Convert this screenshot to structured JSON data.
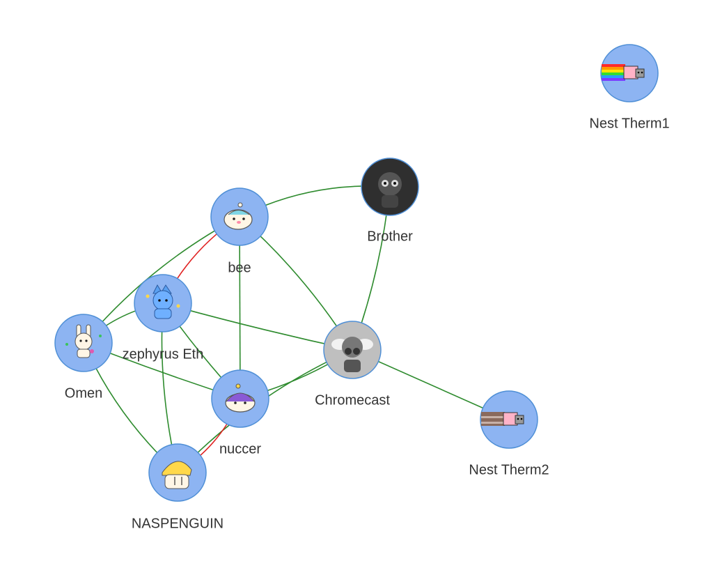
{
  "colors": {
    "node_fill": "#8db4f2",
    "node_stroke": "#4f8fd6",
    "edge_ok": "#2e8b2e",
    "edge_alert": "#e02020",
    "label": "#333333"
  },
  "nodes": [
    {
      "id": "nest1",
      "label": "Nest Therm1",
      "icon": "nyan-cat-rainbow-icon",
      "avatar": "light"
    },
    {
      "id": "brother",
      "label": "Brother",
      "icon": "dark-creature-avatar-icon",
      "avatar": "dark"
    },
    {
      "id": "bee",
      "label": "bee",
      "icon": "blob-bird-avatar-icon",
      "avatar": "light"
    },
    {
      "id": "zephyrus",
      "label": "zephyrus Eth",
      "icon": "blue-cat-avatar-icon",
      "avatar": "light"
    },
    {
      "id": "omen",
      "label": "Omen",
      "icon": "bunny-avatar-icon",
      "avatar": "light"
    },
    {
      "id": "chromecast",
      "label": "Chromecast",
      "icon": "gray-creature-avatar-icon",
      "avatar": "gray"
    },
    {
      "id": "nuccer",
      "label": "nuccer",
      "icon": "purple-blob-avatar-icon",
      "avatar": "light"
    },
    {
      "id": "nest2",
      "label": "Nest Therm2",
      "icon": "nyan-cat-brown-icon",
      "avatar": "light"
    },
    {
      "id": "naspenguin",
      "label": "NASPENGUIN",
      "icon": "yellow-penguin-avatar-icon",
      "avatar": "light"
    }
  ],
  "edges": [
    {
      "from": "bee",
      "to": "brother",
      "status": "ok"
    },
    {
      "from": "bee",
      "to": "chromecast",
      "status": "ok"
    },
    {
      "from": "bee",
      "to": "nuccer",
      "status": "ok"
    },
    {
      "from": "bee",
      "to": "zephyrus",
      "status": "alert"
    },
    {
      "from": "bee",
      "to": "omen",
      "status": "ok"
    },
    {
      "from": "brother",
      "to": "chromecast",
      "status": "ok"
    },
    {
      "from": "zephyrus",
      "to": "omen",
      "status": "ok"
    },
    {
      "from": "zephyrus",
      "to": "chromecast",
      "status": "ok"
    },
    {
      "from": "zephyrus",
      "to": "nuccer",
      "status": "ok"
    },
    {
      "from": "zephyrus",
      "to": "naspenguin",
      "status": "ok"
    },
    {
      "from": "omen",
      "to": "nuccer",
      "status": "ok"
    },
    {
      "from": "omen",
      "to": "naspenguin",
      "status": "ok"
    },
    {
      "from": "chromecast",
      "to": "nuccer",
      "status": "ok"
    },
    {
      "from": "chromecast",
      "to": "naspenguin",
      "status": "ok"
    },
    {
      "from": "chromecast",
      "to": "nest2",
      "status": "ok"
    },
    {
      "from": "nuccer",
      "to": "naspenguin",
      "status": "alert"
    }
  ]
}
